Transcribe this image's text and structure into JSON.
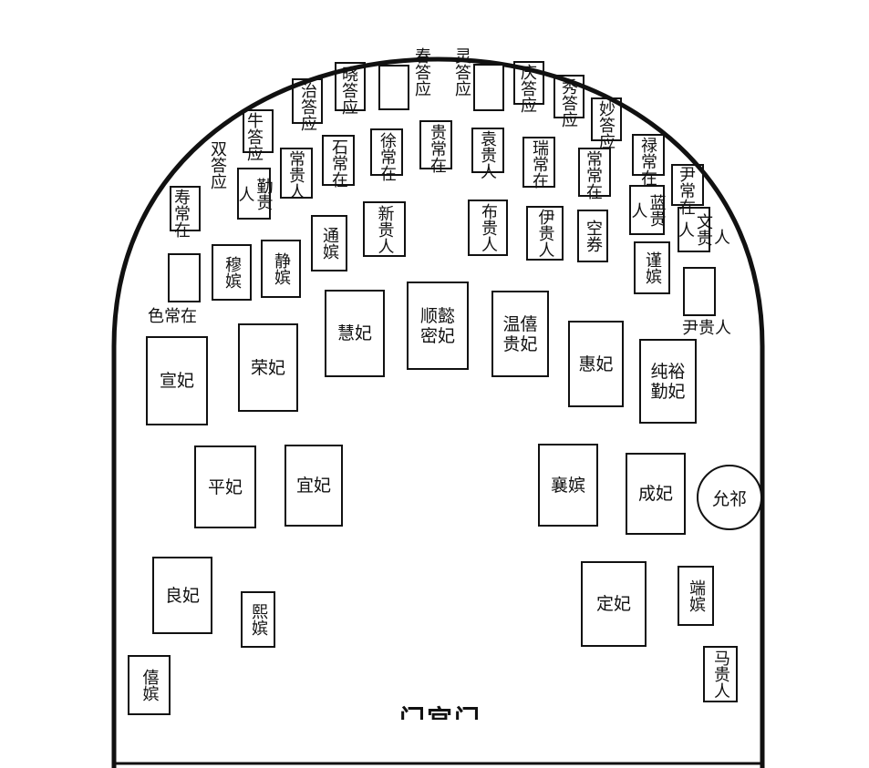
{
  "gate": "门宫门",
  "consorts": {
    "xuan_fei_left": "宣妃",
    "rong_fei": "荣妃",
    "hui_fei_1": "慧妃",
    "shunyi_mi_fei": "顺懿密妃",
    "wenxi_gui_fei": "温僖贵妃",
    "hui_fei_2": "惠妃",
    "chunyu_qin_fei": "纯裕勤妃",
    "ping_fei": "平妃",
    "yi_fei": "宜妃",
    "xiang_pin": "襄嫔",
    "cheng_fei": "成妃",
    "yunti": "允祁",
    "liang_fei": "良妃",
    "xi_pin": "熙嫔",
    "ding_fei": "定妃",
    "duan_pin": "端嫔",
    "xi_pin_2": "僖嫔",
    "ma_gui_ren": "马贵人",
    "mu_pin": "穆嫔",
    "jing_pin": "静嫔",
    "tong_pin": "通嫔",
    "xin_gui_ren": "新贵人",
    "bu_gui_ren": "布贵人",
    "yi_gui_ren": "伊贵人",
    "kong_quan": "空券",
    "jin_pin": "谨嫔",
    "lan_gui_ren": "蓝贵人",
    "wen_gui_ren": "文贵人",
    "qin_gui_ren": "勤贵人",
    "shou_chang_zai": "寿常在",
    "shuang_da_ying": "双答应",
    "niu_da_ying": "牛答应",
    "zhi_da_ying": "治答应",
    "xiao_da_ying": "晓答应",
    "chun_da_ying": "春答应",
    "ling_da_ying": "灵答应",
    "qing_da_ying": "庆答应",
    "xiu_da_ying": "秀答应",
    "miao_da_ying": "妙答应",
    "chang_gui_ren": "常贵人",
    "shi_chang_zai": "石常在",
    "xu_chang_zai": "徐常在",
    "gui_chang_zai": "贵常在",
    "yuan_gui_ren": "袁贵人",
    "rui_chang_zai": "瑞常在",
    "chang_chang_zai": "常常在",
    "lu_chang_zai": "禄常在",
    "yin_chang_zai": "尹常在",
    "se_chang_zai": "色常在",
    "yin_gui_ren": "尹贵人"
  }
}
